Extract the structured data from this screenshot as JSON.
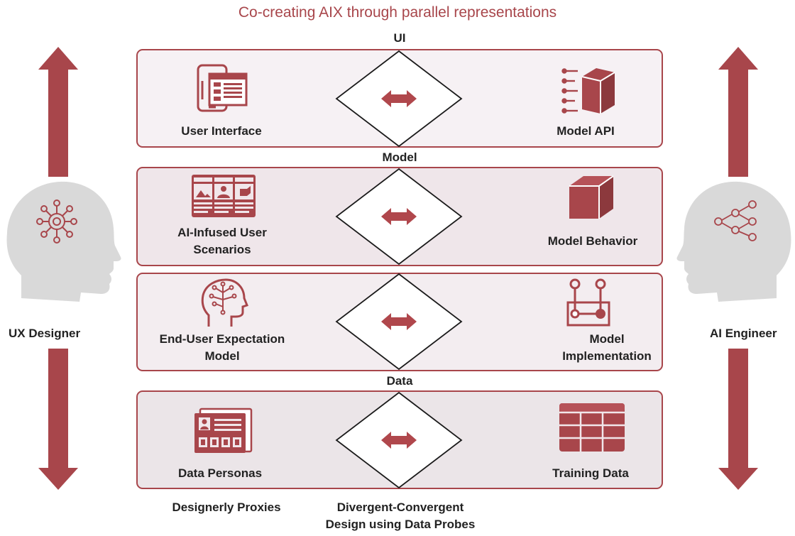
{
  "title": "Co-creating AIX through parallel representations",
  "layers": {
    "ui": "UI",
    "model": "Model",
    "data": "Data"
  },
  "bands": [
    {
      "left": "User Interface",
      "right": "Model API"
    },
    {
      "left": "AI-Infused User Scenarios",
      "right": "Model Behavior"
    },
    {
      "left": "End-User Expectation Model",
      "right": "Model Implementation"
    },
    {
      "left": "Data Personas",
      "right": "Training Data"
    }
  ],
  "roles": {
    "left": "UX Designer",
    "right": "AI Engineer"
  },
  "footer": {
    "left": "Designerly Proxies",
    "center": "Divergent-Convergent Design using Data Probes"
  },
  "icons": {
    "band1_left": "user-interface-icon",
    "band1_right": "model-api-icon",
    "band2_left": "storyboard-icon",
    "band2_right": "cube-icon",
    "band3_left": "brain-head-icon",
    "band3_right": "circuit-icon",
    "band4_left": "persona-cards-icon",
    "band4_right": "table-icon",
    "designer_head": "network-head-icon",
    "engineer_head": "neural-net-head-icon",
    "exchange": "bidirectional-arrow-icon"
  },
  "colors": {
    "accent": "#a8464b",
    "head": "#d9d9d9",
    "arrow": "#a8464b"
  }
}
